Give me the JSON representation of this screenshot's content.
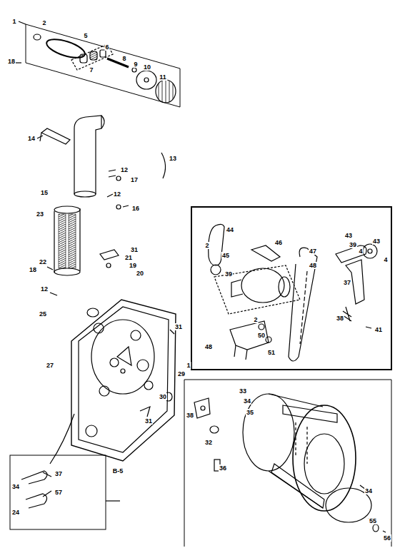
{
  "diagram": {
    "labels": [
      "1",
      "2",
      "5",
      "6",
      "7",
      "8",
      "9",
      "10",
      "11",
      "18",
      "14",
      "13",
      "15",
      "12",
      "17",
      "12",
      "16",
      "23",
      "31",
      "21",
      "19",
      "20",
      "18",
      "22",
      "12",
      "25",
      "31",
      "27",
      "30",
      "31",
      "37",
      "34",
      "57",
      "24",
      "B-5",
      "44",
      "2",
      "45",
      "46",
      "43",
      "39",
      "4",
      "43",
      "4",
      "47",
      "39",
      "48",
      "37",
      "38",
      "41",
      "2",
      "50",
      "48",
      "51",
      "1",
      "29",
      "33",
      "34",
      "35",
      "38",
      "32",
      "36",
      "34",
      "55",
      "56"
    ]
  }
}
